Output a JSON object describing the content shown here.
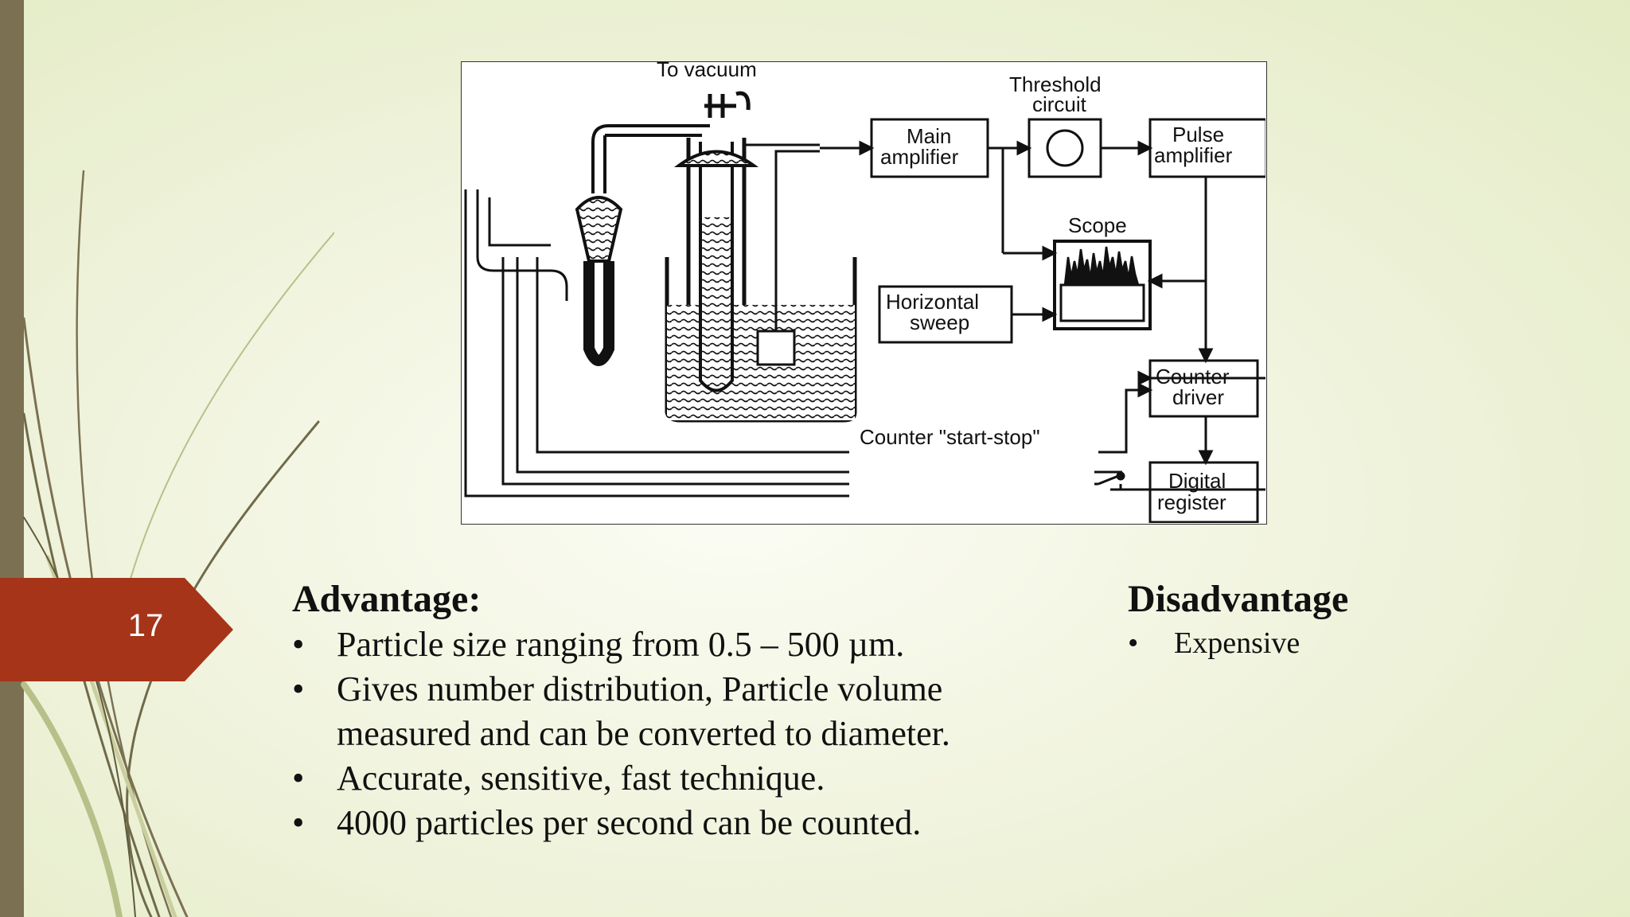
{
  "slide": {
    "number": "17"
  },
  "diagram": {
    "labels": {
      "to_vacuum": "To vacuum",
      "threshold_line1": "Threshold",
      "threshold_line2": "circuit",
      "main_line1": "Main",
      "main_line2": "amplifier",
      "pulse_line1": "Pulse",
      "pulse_line2": "amplifier",
      "scope": "Scope",
      "horizontal_line1": "Horizontal",
      "horizontal_line2": "sweep",
      "counter_driver_line1": "Counter",
      "counter_driver_line2": "driver",
      "start_stop": "Counter \"start-stop\"",
      "digital_line1": "Digital",
      "digital_line2": "register"
    }
  },
  "advantage": {
    "heading": "Advantage:",
    "bullet": "•",
    "points": [
      "Particle size ranging from 0.5 – 500 µm.",
      "Gives number distribution, Particle volume measured and can be converted to diameter.",
      "Accurate, sensitive, fast technique.",
      "4000 particles per second can be counted."
    ]
  },
  "disadvantage": {
    "heading": "Disadvantage",
    "bullet": "•",
    "points": [
      "Expensive"
    ]
  }
}
